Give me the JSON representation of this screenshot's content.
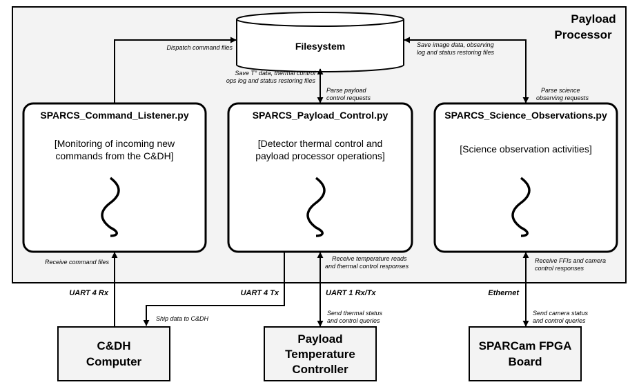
{
  "container": {
    "title_line1": "Payload",
    "title_line2": "Processor"
  },
  "filesystem": {
    "label": "Filesystem"
  },
  "processes": {
    "command_listener": {
      "title": "SPARCS_Command_Listener.py",
      "desc_line1": "[Monitoring of incoming new",
      "desc_line2": "commands from the C&DH]"
    },
    "payload_control": {
      "title": "SPARCS_Payload_Control.py",
      "desc_line1": "[Detector thermal control and",
      "desc_line2": "payload processor operations]"
    },
    "science_observations": {
      "title": "SPARCS_Science_Observations.py",
      "desc_line1": "[Science observation activities]"
    }
  },
  "external": {
    "cdh": {
      "line1": "C&DH",
      "line2": "Computer"
    },
    "temp_controller": {
      "line1": "Payload",
      "line2": "Temperature",
      "line3": "Controller"
    },
    "fpga": {
      "line1": "SPARCam FPGA",
      "line2": "Board"
    }
  },
  "annotations": {
    "dispatch": "Dispatch command files",
    "save_t_line1": "Save T° data, thermal control",
    "save_t_line2": "ops log and status restoring files",
    "parse_payload_line1": "Parse payload",
    "parse_payload_line2": "control requests",
    "save_image_line1": "Save image data, observing",
    "save_image_line2": "log and status restoring files",
    "parse_science_line1": "Parse science",
    "parse_science_line2": "observing requests",
    "receive_command": "Receive command files",
    "receive_temp_line1": "Receive temperature reads",
    "receive_temp_line2": "and thermal control responses",
    "receive_ffi_line1": "Receive FFIs and camera",
    "receive_ffi_line2": "control responses",
    "ship_data": "Ship data to C&DH",
    "send_thermal_line1": "Send thermal status",
    "send_thermal_line2": "and control queries",
    "send_camera_line1": "Send camera status",
    "send_camera_line2": "and control queries"
  },
  "links": {
    "uart4rx": "UART 4 Rx",
    "uart4tx": "UART 4 Tx",
    "uart1": "UART 1 Rx/Tx",
    "ethernet": "Ethernet"
  }
}
